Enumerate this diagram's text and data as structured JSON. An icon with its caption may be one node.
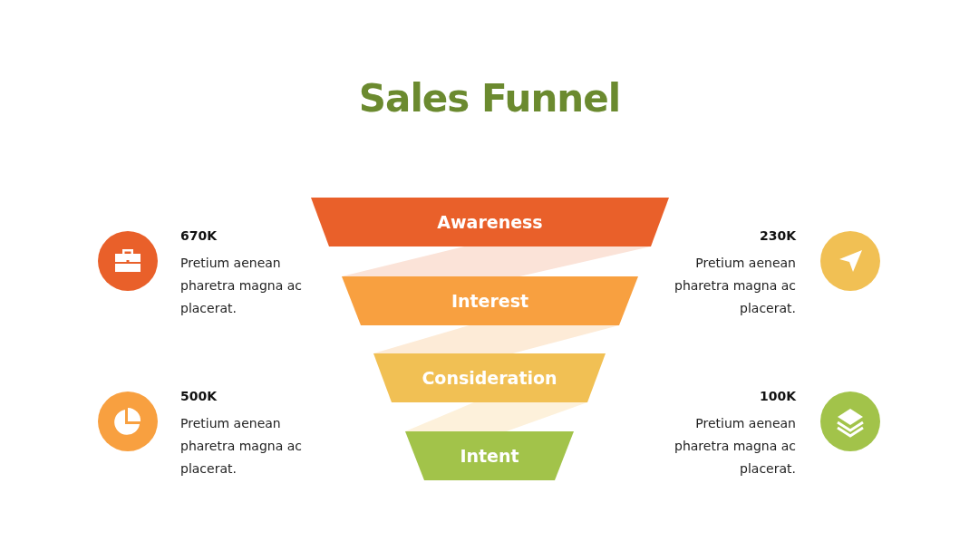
{
  "diagram": {
    "title": "Sales Funnel",
    "nodes": [
      {
        "text": [
          "Awareness"
        ]
      },
      {
        "text": [
          "Interest"
        ]
      },
      {
        "text": [
          "Consideration"
        ]
      },
      {
        "text": [
          "Intent"
        ]
      }
    ],
    "labels": [
      "670K",
      "Pretium aenean pharetra magna ac placerat.",
      "230K",
      "Pretium aenean pharetra magna ac placerat.",
      "500K",
      "Pretium aenean pharetra magna ac placerat.",
      "100K",
      "Pretium aenean pharetra magna ac placerat."
    ]
  }
}
